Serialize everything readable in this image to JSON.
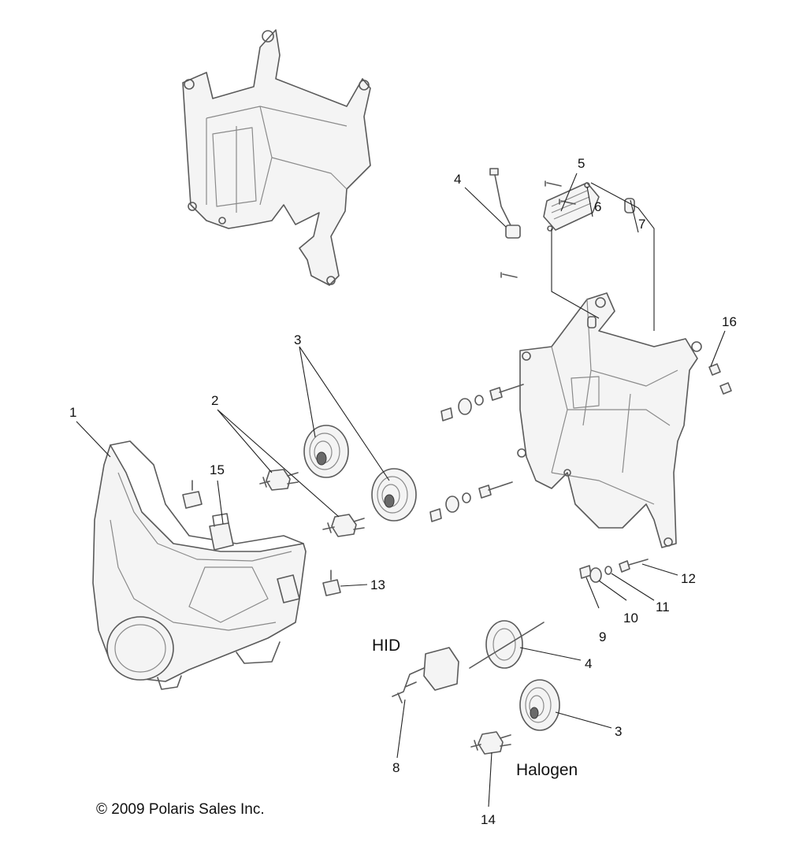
{
  "callouts": {
    "c1": "1",
    "c2": "2",
    "c3a": "3",
    "c3b": "3",
    "c4a": "4",
    "c4b": "4",
    "c5": "5",
    "c6": "6",
    "c7": "7",
    "c8": "8",
    "c9": "9",
    "c10": "10",
    "c11": "11",
    "c12": "12",
    "c13": "13",
    "c14": "14",
    "c15": "15",
    "c16": "16"
  },
  "labels": {
    "hid": "HID",
    "halogen": "Halogen"
  },
  "copyright": "© 2009 Polaris Sales Inc."
}
